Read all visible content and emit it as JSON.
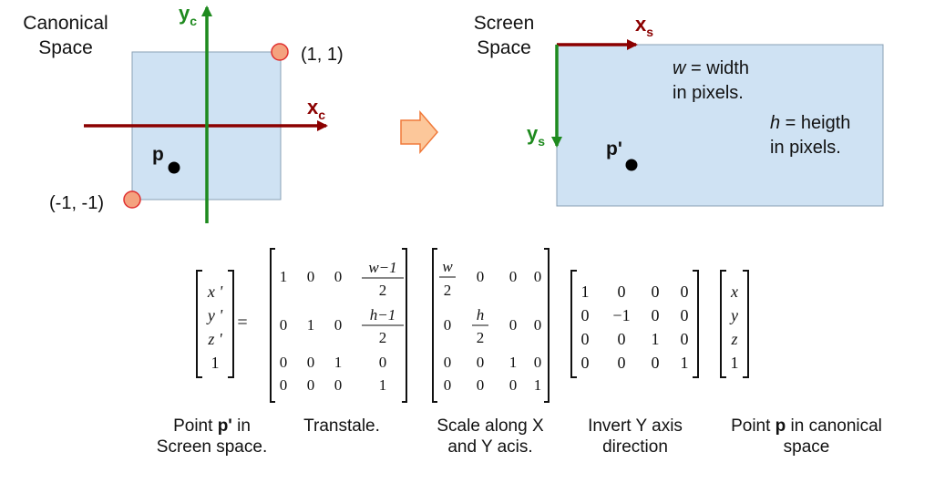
{
  "canonical": {
    "title_line1": "Canonical",
    "title_line2": "Space",
    "axis_x": "x",
    "axis_x_sub": "c",
    "axis_y": "y",
    "axis_y_sub": "c",
    "corner_top_right": "(1, 1)",
    "corner_bottom_left": "(-1, -1)",
    "point_label": "p"
  },
  "screen": {
    "title_line1": "Screen",
    "title_line2": "Space",
    "axis_x": "x",
    "axis_x_sub": "s",
    "axis_y": "y",
    "axis_y_sub": "s",
    "point_label": "p'",
    "width_var": "w",
    "width_text": " = width",
    "width_text2": "in pixels.",
    "height_var": "h",
    "height_text": " = heigth",
    "height_text2": "in pixels."
  },
  "equation": {
    "lhs": [
      "x '",
      "y '",
      "z '",
      "1"
    ],
    "equals": "=",
    "translate": {
      "rows": [
        [
          "1",
          "0",
          "0"
        ],
        [
          "0",
          "1",
          "0"
        ],
        [
          "0",
          "0",
          "1"
        ],
        [
          "0",
          "0",
          "0"
        ]
      ],
      "col4_frac1_num": "w−1",
      "col4_frac1_den": "2",
      "col4_frac2_num": "h−1",
      "col4_frac2_den": "2",
      "col4_row3": "0",
      "col4_row4": "1"
    },
    "scale": {
      "frac_w_num": "w",
      "frac_w_den": "2",
      "frac_h_num": "h",
      "frac_h_den": "2",
      "zero": "0",
      "one": "1"
    },
    "invert": [
      [
        "1",
        "0",
        "0",
        "0"
      ],
      [
        "0",
        "−1",
        "0",
        "0"
      ],
      [
        "0",
        "0",
        "1",
        "0"
      ],
      [
        "0",
        "0",
        "0",
        "1"
      ]
    ],
    "rhs": [
      "x",
      "y",
      "z",
      "1"
    ]
  },
  "captions": {
    "point_screen_pre": "Point ",
    "point_screen_bold": "p'",
    "point_screen_post": " in",
    "point_screen_line2": "Screen space.",
    "translate": "Transtale.",
    "scale_line1": "Scale along X",
    "scale_line2": "and Y acis.",
    "invert_line1": "Invert Y axis",
    "invert_line2": "direction",
    "point_canon_pre": "Point ",
    "point_canon_bold": "p",
    "point_canon_post": " in canonical",
    "point_canon_line2": "space"
  },
  "colors": {
    "box_fill": "#cfe2f3",
    "box_stroke": "#8aa0b4",
    "x_axis": "#8b0000",
    "y_axis": "#1e8a1e",
    "corner_fill": "#f4a27f",
    "corner_stroke": "#e03030",
    "arrow_fill": "#fcc79a",
    "arrow_stroke": "#f07a3a"
  }
}
